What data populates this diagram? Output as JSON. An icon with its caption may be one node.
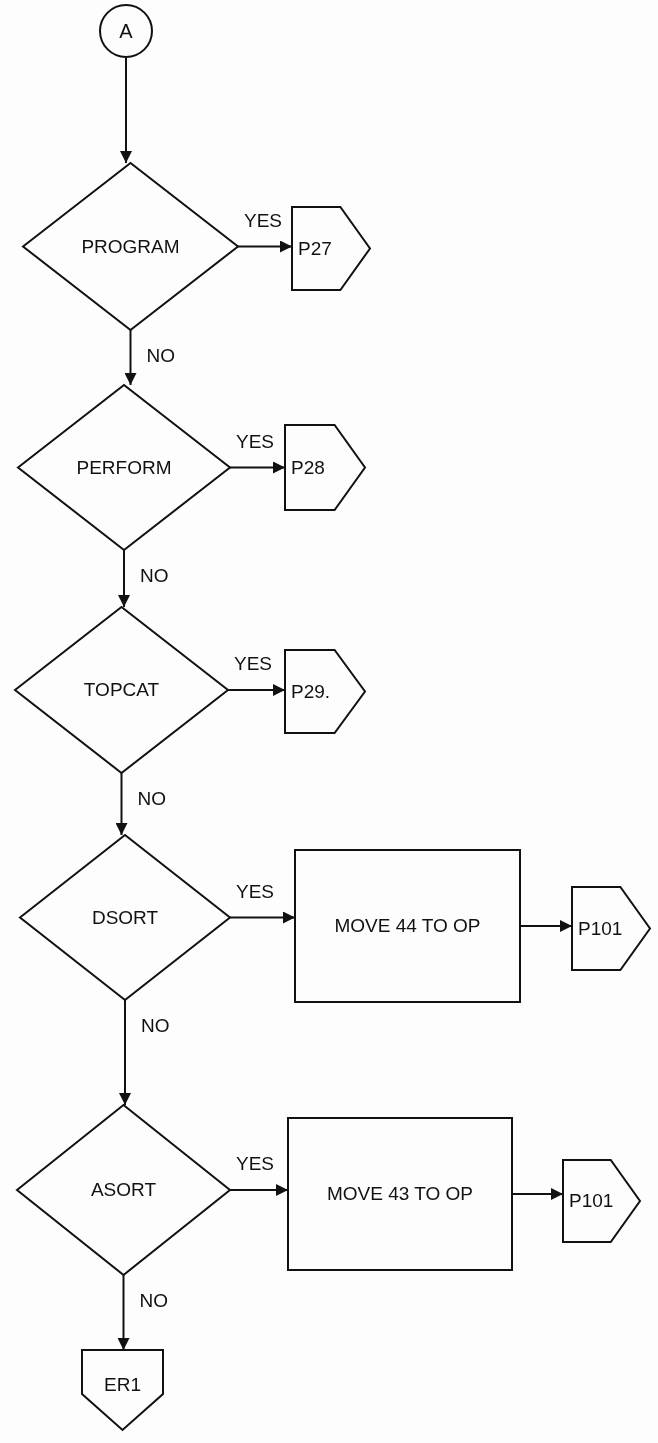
{
  "diagram": {
    "nodes": [
      {
        "text": [
          "A"
        ]
      },
      {
        "text": [
          "PROGRAM"
        ]
      },
      {
        "text": [
          "P27"
        ]
      },
      {
        "text": [
          "PERFORM"
        ]
      },
      {
        "text": [
          "P28"
        ]
      },
      {
        "text": [
          "TOPCAT"
        ]
      },
      {
        "text": [
          "P29."
        ]
      },
      {
        "text": [
          "DSORT"
        ]
      },
      {
        "text": [
          "MOVE 44 TO OP"
        ]
      },
      {
        "text": [
          "P101"
        ]
      },
      {
        "text": [
          "ASORT"
        ]
      },
      {
        "text": [
          "MOVE 43 TO OP"
        ]
      },
      {
        "text": [
          "P101"
        ]
      },
      {
        "text": [
          "ER1"
        ]
      }
    ],
    "edges": [
      {
        "from": 0,
        "to": 1,
        "arrow": "to"
      },
      {
        "from": 1,
        "to": 2,
        "arrow": "to",
        "label": "YES"
      },
      {
        "from": 1,
        "to": 3,
        "arrow": "to",
        "label": "NO"
      },
      {
        "from": 3,
        "to": 4,
        "arrow": "to",
        "label": "YES"
      },
      {
        "from": 3,
        "to": 5,
        "arrow": "to",
        "label": "NO"
      },
      {
        "from": 5,
        "to": 6,
        "arrow": "to",
        "label": "YES"
      },
      {
        "from": 5,
        "to": 7,
        "arrow": "to",
        "label": "NO"
      },
      {
        "from": 7,
        "to": 8,
        "arrow": "to",
        "label": "YES"
      },
      {
        "from": 7,
        "to": 10,
        "arrow": "to",
        "label": "NO"
      },
      {
        "from": 8,
        "to": 9,
        "arrow": "to"
      },
      {
        "from": 10,
        "to": 11,
        "arrow": "to",
        "label": "YES"
      },
      {
        "from": 10,
        "to": 13,
        "arrow": "to",
        "label": "NO"
      },
      {
        "from": 11,
        "to": 12,
        "arrow": "to"
      }
    ]
  }
}
